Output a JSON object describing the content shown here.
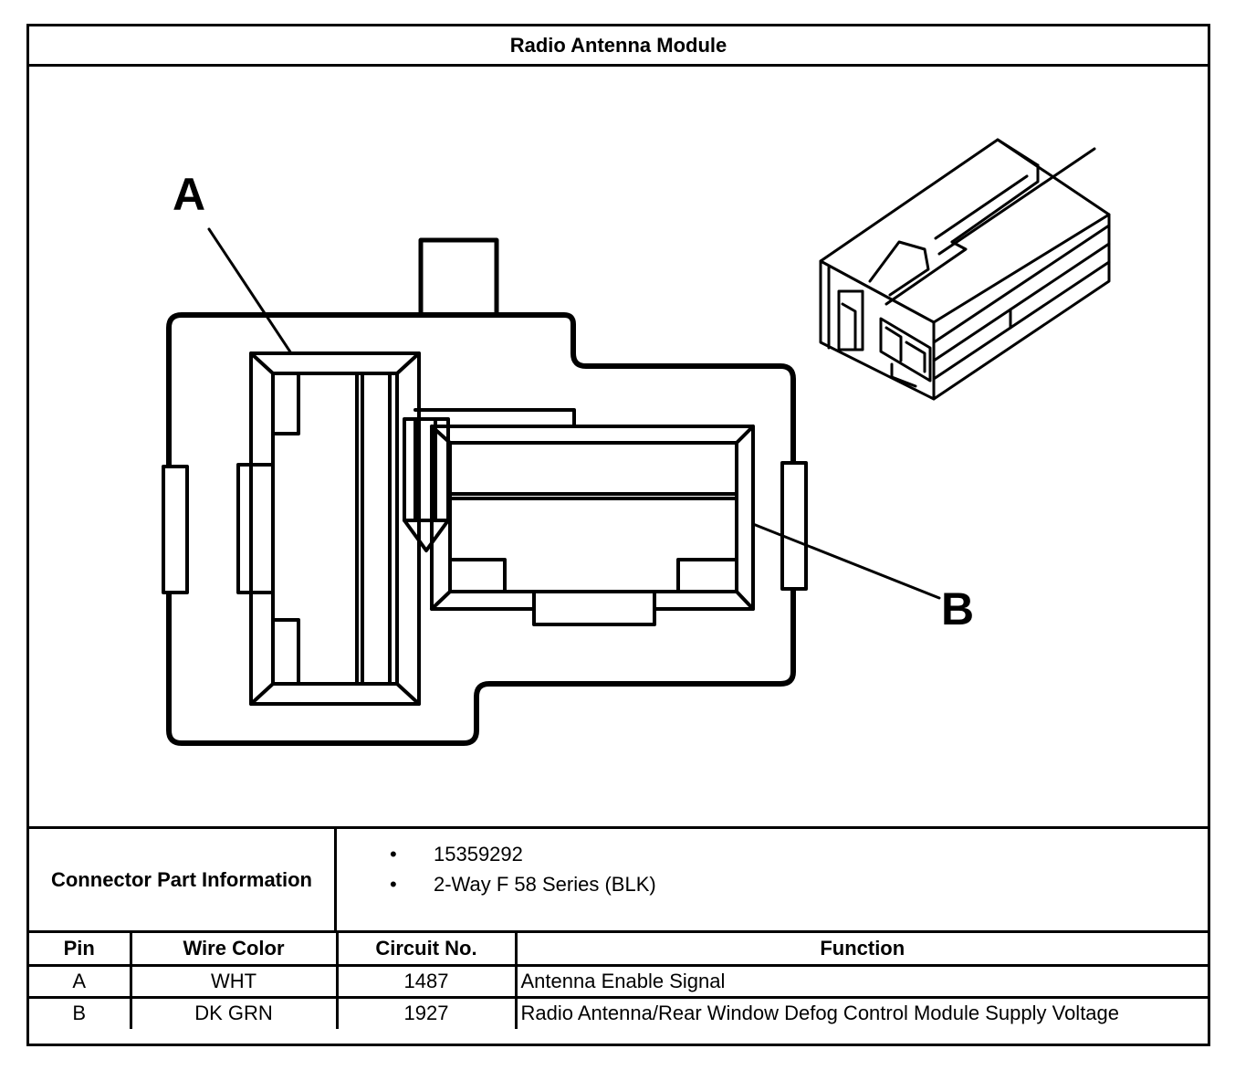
{
  "title": "Radio Antenna Module",
  "callouts": {
    "a": "A",
    "b": "B"
  },
  "connector_info": {
    "label": "Connector Part Information",
    "items": [
      "15359292",
      "2-Way F 58 Series (BLK)"
    ]
  },
  "pin_table": {
    "headers": {
      "pin": "Pin",
      "wire_color": "Wire Color",
      "circuit": "Circuit No.",
      "function": "Function"
    },
    "rows": [
      {
        "pin": "A",
        "wire_color": "WHT",
        "circuit": "1487",
        "function": "Antenna Enable Signal"
      },
      {
        "pin": "B",
        "wire_color": "DK GRN",
        "circuit": "1927",
        "function": "Radio Antenna/Rear Window Defog Control Module Supply Voltage"
      }
    ]
  }
}
